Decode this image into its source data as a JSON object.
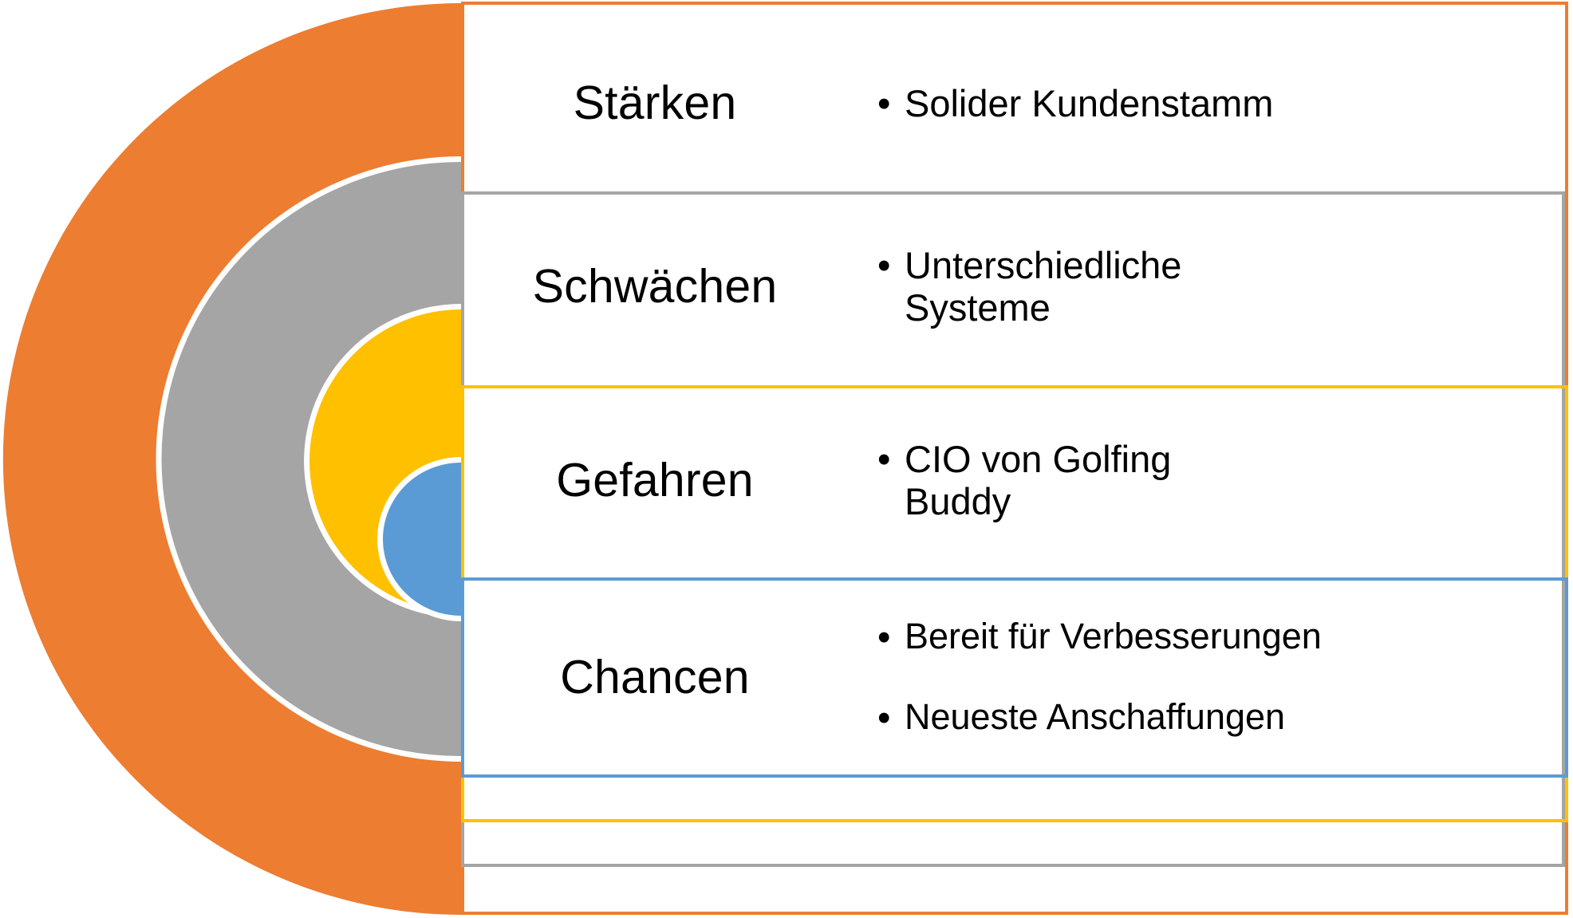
{
  "diagram": {
    "type": "swot-nested-arcs",
    "language": "de",
    "colors": {
      "orange": "#ED7D31",
      "gray": "#A5A5A5",
      "yellow": "#FFC000",
      "blue": "#5B9BD5",
      "text": "#000000",
      "background": "#FFFFFF",
      "arc_separator": "#FFFFFF"
    },
    "rows": [
      {
        "id": "staerken",
        "label": "Stärken",
        "color": "#ED7D31",
        "bullet_char": "•",
        "bullets": [
          "Solider Kundenstamm"
        ]
      },
      {
        "id": "schwaechen",
        "label": "Schwächen",
        "color": "#A5A5A5",
        "bullet_char": "•",
        "bullets": [
          "Unterschiedliche Systeme"
        ]
      },
      {
        "id": "gefahren",
        "label": "Gefahren",
        "color": "#FFC000",
        "bullet_char": "•",
        "bullets": [
          "CIO von Golfing Buddy"
        ]
      },
      {
        "id": "chancen",
        "label": "Chancen",
        "color": "#5B9BD5",
        "bullet_char": "•",
        "bullets": [
          "Bereit für Verbesserungen",
          "Neueste Anschaffungen"
        ]
      }
    ],
    "arcs": [
      {
        "name": "arc-orange",
        "color": "#ED7D31"
      },
      {
        "name": "arc-gray",
        "color": "#A5A5A5"
      },
      {
        "name": "arc-yellow",
        "color": "#FFC000"
      },
      {
        "name": "arc-blue",
        "color": "#5B9BD5"
      }
    ]
  }
}
